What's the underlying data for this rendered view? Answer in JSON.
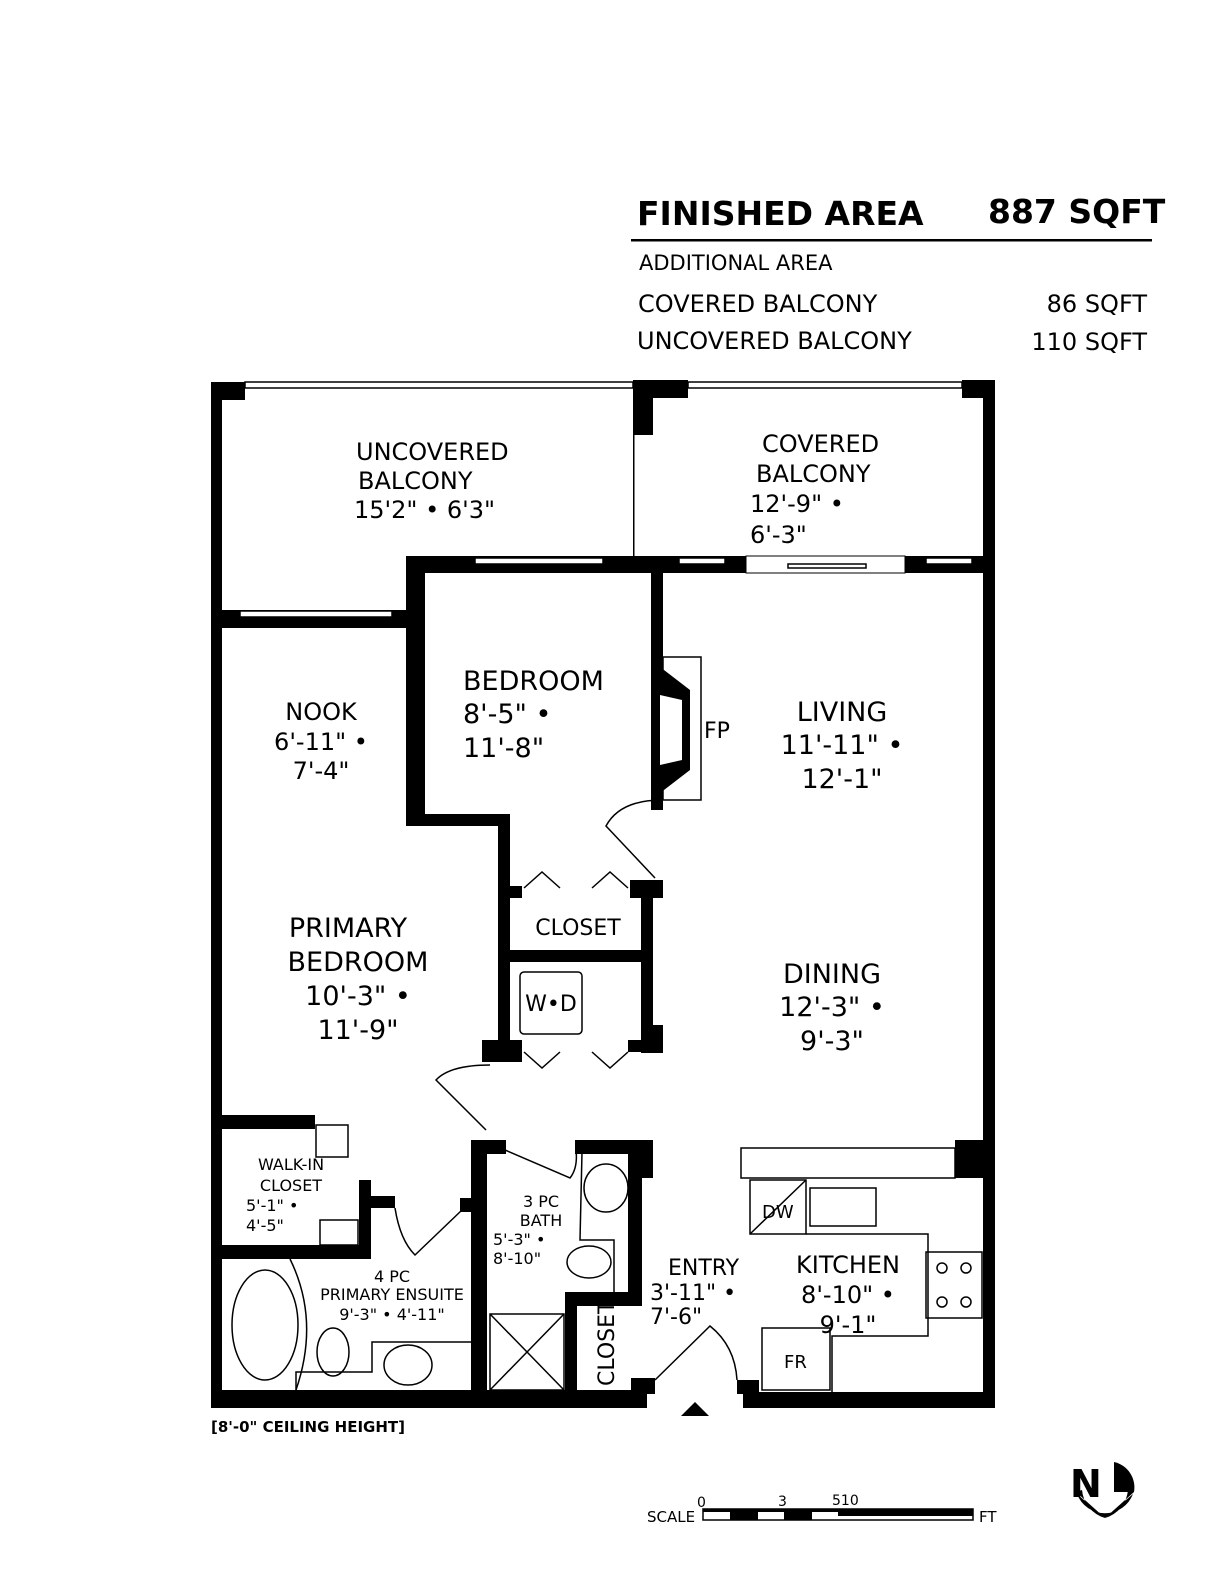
{
  "summary": {
    "finished_label": "FINISHED AREA",
    "finished_value": "887 SQFT",
    "additional_label": "ADDITIONAL AREA",
    "rows": [
      {
        "label": "COVERED BALCONY",
        "value": "86 SQFT"
      },
      {
        "label": "UNCOVERED BALCONY",
        "value": "110 SQFT"
      }
    ]
  },
  "rooms": {
    "uncovered_balcony": {
      "l1": "UNCOVERED",
      "l2": "BALCONY",
      "dims": "15'2\" • 6'3\""
    },
    "covered_balcony": {
      "l1": "COVERED",
      "l2": "BALCONY",
      "d1": "12'-9\" •",
      "d2": "6'-3\""
    },
    "nook": {
      "name": "NOOK",
      "d1": "6'-11\" •",
      "d2": "7'-4\""
    },
    "bedroom": {
      "name": "BEDROOM",
      "d1": "8'-5\" •",
      "d2": "11'-8\""
    },
    "fp": "FP",
    "living": {
      "name": "LIVING",
      "d1": "11'-11\" •",
      "d2": "12'-1\""
    },
    "closet1": "CLOSET",
    "wd": "W•D",
    "primary_bedroom": {
      "l1": "PRIMARY",
      "l2": "BEDROOM",
      "d1": "10'-3\" •",
      "d2": "11'-9\""
    },
    "dining": {
      "name": "DINING",
      "d1": "12'-3\" •",
      "d2": "9'-3\""
    },
    "walkin": {
      "l1": "WALK-IN",
      "l2": "CLOSET",
      "d1": "5'-1\" •",
      "d2": "4'-5\""
    },
    "ensuite": {
      "l1": "4 PC",
      "l2": "PRIMARY ENSUITE",
      "dims": "9'-3\" • 4'-11\""
    },
    "bath": {
      "l1": "3 PC",
      "l2": "BATH",
      "d1": "5'-3\" •",
      "d2": "8'-10\""
    },
    "closet2": "CLOSET",
    "entry": {
      "name": "ENTRY",
      "d1": "3'-11\" •",
      "d2": "7'-6\""
    },
    "kitchen": {
      "name": "KITCHEN",
      "d1": "8'-10\" •",
      "d2": "9'-1\""
    },
    "dw": "DW",
    "fr": "FR"
  },
  "ceiling_note": "[8'-0\" CEILING HEIGHT]",
  "scale": {
    "label": "SCALE",
    "ticks": [
      "0",
      "3",
      "510"
    ],
    "unit": "FT"
  },
  "north": "N"
}
